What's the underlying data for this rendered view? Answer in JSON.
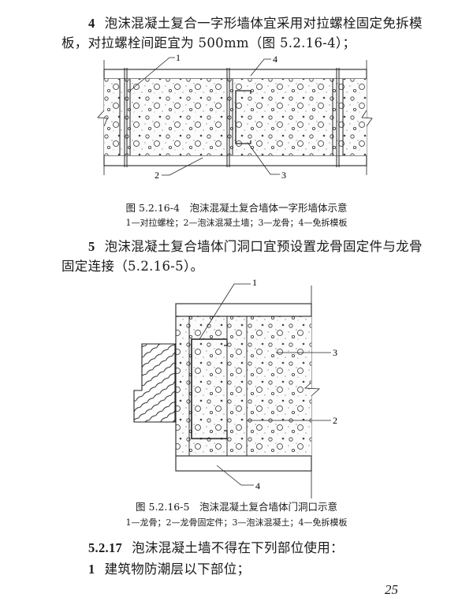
{
  "item4": {
    "num": "4",
    "line1": "泡沫混凝土复合一字形墙体宜采用对拉螺栓固定免拆模",
    "line2": "板，对拉螺栓间距宜为 500mm（图 5.2.16-4）；"
  },
  "figure1": {
    "caption": "图 5.2.16-4　泡沫混凝土复合墙体一字形墙体示意",
    "legend": "1—对拉螺栓；2—泡沫混凝土墙；3—龙骨；4—免拆模板",
    "labels": [
      "1",
      "2",
      "3",
      "4"
    ]
  },
  "item5": {
    "num": "5",
    "line1": "泡沫混凝土复合墙体门洞口宜预设置龙骨固定件与龙骨",
    "line2": "固定连接（5.2.16-5）。"
  },
  "figure2": {
    "caption": "图 5.2.16-5　泡沫混凝土复合墙体门洞口示意",
    "legend": "1—龙骨；2—龙骨固定件；3—泡沫混凝土；4—免拆模板",
    "labels": [
      "1",
      "2",
      "3",
      "4"
    ]
  },
  "clause": {
    "num": "5.2.17",
    "text": "泡沫混凝土墙不得在下列部位使用："
  },
  "item1": {
    "num": "1",
    "text": "建筑物防潮层以下部位；"
  },
  "page_number": "25"
}
